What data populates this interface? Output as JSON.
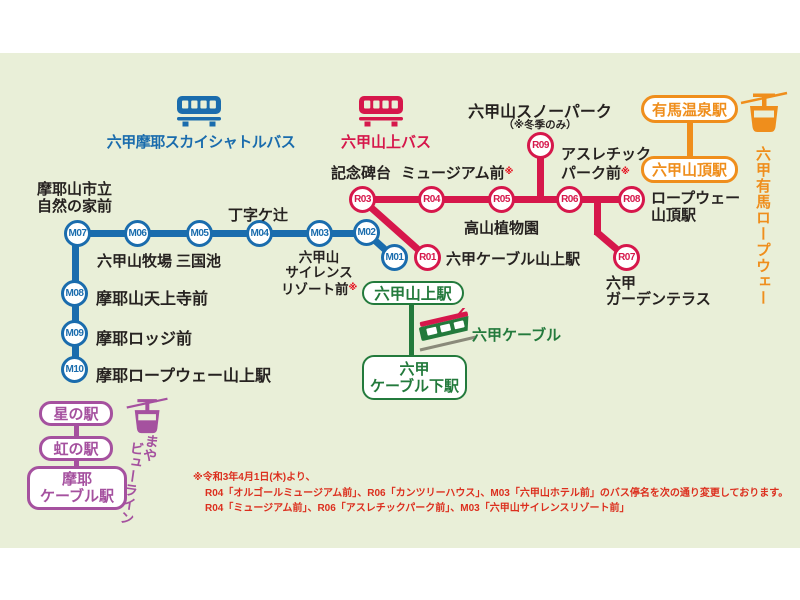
{
  "colors": {
    "background_band": "#e9efd8",
    "shuttle_bus_blue": "#1a6cad",
    "sanjo_bus_red": "#d6174b",
    "ropeway_orange": "#ef8e1c",
    "cable_green": "#237a3c",
    "maya_purple": "#a5519f",
    "notice_red": "#dc2f1e",
    "asterisk_red": "#e50012"
  },
  "legend": {
    "sky_shuttle_bus": "六甲摩耶スカイシャトルバス",
    "sanjo_bus": "六甲山上バス"
  },
  "snow_park": {
    "title": "六甲山スノーパーク",
    "subtitle": "（※冬季のみ）"
  },
  "arima_ropeway": {
    "arima_onsen_station": "有馬温泉駅",
    "rokko_sancho_station": "六甲山頂駅",
    "line_name": "六甲有馬ロープウェー"
  },
  "blue_route": {
    "m07": {
      "id": "M07",
      "label_line1": "摩耶山市立",
      "label_line2": "自然の家前"
    },
    "m06": {
      "id": "M06",
      "label": "六甲山牧場"
    },
    "m05": {
      "id": "M05",
      "label": "三国池"
    },
    "m04": {
      "id": "M04",
      "label": "丁字ケ辻"
    },
    "m03": {
      "id": "M03",
      "label_line1": "六甲山",
      "label_line2": "サイレンス",
      "label_line3": "リゾート前",
      "label_mark": "※"
    },
    "m02": {
      "id": "M02"
    },
    "m01": {
      "id": "M01"
    },
    "m08": {
      "id": "M08",
      "label": "摩耶山天上寺前"
    },
    "m09": {
      "id": "M09",
      "label": "摩耶ロッジ前"
    },
    "m10": {
      "id": "M10",
      "label": "摩耶ロープウェー山上駅"
    }
  },
  "red_route": {
    "r01": {
      "id": "R01",
      "label": "六甲ケーブル山上駅"
    },
    "r03": {
      "id": "R03",
      "label": "記念碑台"
    },
    "r04": {
      "id": "R04",
      "label": "ミュージアム前",
      "label_mark": "※"
    },
    "r05": {
      "id": "R05",
      "label": "高山植物園"
    },
    "r06": {
      "id": "R06",
      "label_line1": "アスレチック",
      "label_line2": "パーク前",
      "label_mark": "※"
    },
    "r07": {
      "id": "R07",
      "label_line1": "六甲",
      "label_line2": "ガーデンテラス"
    },
    "r08": {
      "id": "R08",
      "label_line1": "ロープウェー",
      "label_line2": "山頂駅"
    },
    "r09": {
      "id": "R09"
    }
  },
  "rokko_cable": {
    "sanjo_station": "六甲山上駅",
    "shita_station_line1": "六甲",
    "shita_station_line2": "ケーブル下駅",
    "line_name": "六甲ケーブル"
  },
  "maya_view_line": {
    "hoshi_station": "星の駅",
    "niji_station": "虹の駅",
    "cable_station_line1": "摩耶",
    "cable_station_line2": "ケーブル駅",
    "line_name_part1": "まや",
    "line_name_part2": "ビューライン"
  },
  "notice": {
    "line1": "※令和3年4月1日(木)より、",
    "line2": "R04「オルゴールミュージアム前」、R06「カンツリーハウス」、M03「六甲山ホテル前」のバス停名を次の通り変更しております。",
    "line3": "R04「ミュージアム前」、R06「アスレチックパーク前」、M03「六甲山サイレンスリゾート前」"
  }
}
